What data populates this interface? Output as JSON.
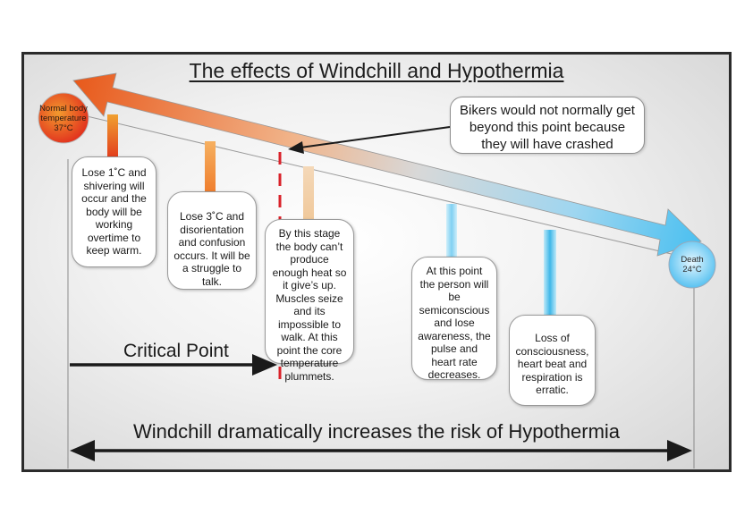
{
  "title": "The effects of Windchill and Hypothermia",
  "start_circle": {
    "line1": "Normal body",
    "line2": "temperature",
    "line3": "37°C"
  },
  "end_circle": {
    "line1": "Death",
    "line2": "24°C"
  },
  "biker_note": {
    "line1": "Bikers would not normally get",
    "line2": "beyond this point because",
    "line3": "they will have crashed"
  },
  "stages": [
    {
      "text": "Lose 1˚C and shivering will occur and the body will be working overtime to keep warm."
    },
    {
      "text": "Lose 3˚C and disorientation and confusion occurs. It will be a struggle to talk."
    },
    {
      "text": "By this stage the body can’t produce enough heat so it give’s up. Muscles seize and its impossible to walk. At this point the core temperature plummets."
    },
    {
      "text": "At this point the person will be semiconscious and lose awareness, the pulse and heart rate decreases."
    },
    {
      "text": "Loss of consciousness, heart beat and respiration is erratic."
    }
  ],
  "critical_point": "Critical Point",
  "bottom_label": "Windchill dramatically increases the risk of Hypothermia",
  "colors": {
    "hot": "#d8331a",
    "warm": "#f0883a",
    "cold": "#4fbfee",
    "critical_line": "#d9222a",
    "frame": "#2b2b2b"
  }
}
